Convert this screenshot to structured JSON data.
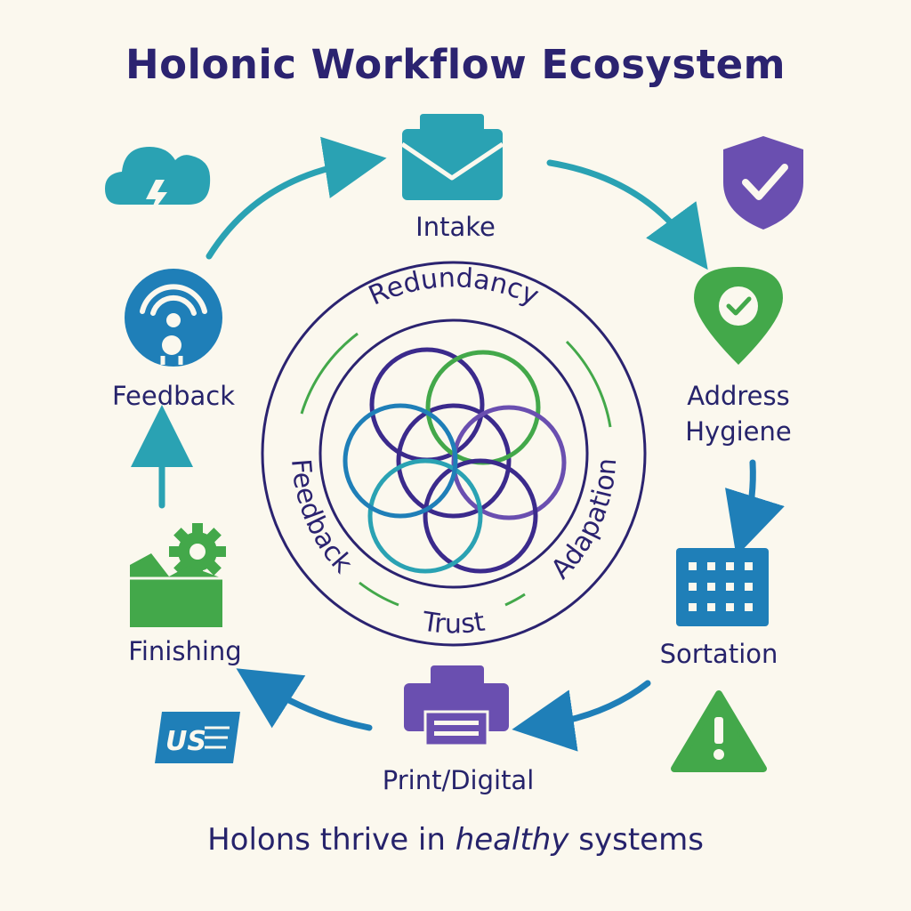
{
  "title": "Holonic Workflow Ecosystem",
  "stages": {
    "intake": "Intake",
    "address_hygiene_line1": "Address",
    "address_hygiene_line2": "Hygiene",
    "sortation": "Sortation",
    "print_digital": "Print/Digital",
    "finishing": "Finishing",
    "feedback": "Feedback"
  },
  "center_ring": {
    "top": "Redundancy",
    "left": "Feedback",
    "right": "Adapation",
    "bottom": "Trust"
  },
  "badge_text": "US",
  "tagline": {
    "before": "Holons thrive in ",
    "emphasis": "healthy",
    "after": " systems"
  },
  "colors": {
    "navy": "#2b2370",
    "teal": "#2aa2b3",
    "blue": "#1f7fb8",
    "green": "#43a84a",
    "purple": "#6a4fb0",
    "background": "#fbf8ee"
  },
  "icons": [
    "cloud-lightning-icon",
    "shield-check-icon",
    "envelope-icon",
    "map-pin-check-icon",
    "grid-keypad-icon",
    "printer-icon",
    "box-gear-icon",
    "usps-badge-icon",
    "warning-triangle-icon",
    "broadcast-icon"
  ]
}
